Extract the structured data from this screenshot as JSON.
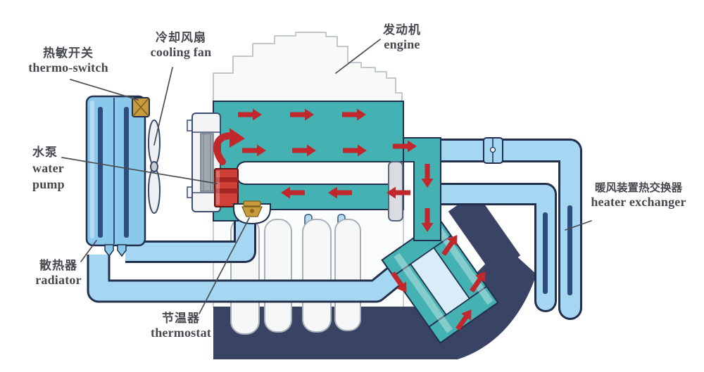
{
  "diagram": {
    "labels": {
      "thermo_switch": {
        "zh": "热敏开关",
        "en": "thermo-switch"
      },
      "cooling_fan": {
        "zh": "冷却风扇",
        "en": "cooling fan"
      },
      "engine": {
        "zh": "发动机",
        "en": "engine"
      },
      "water_pump": {
        "zh": "水泵",
        "en1": "water",
        "en2": "pump"
      },
      "radiator": {
        "zh": "散热器",
        "en": "radiator"
      },
      "thermostat": {
        "zh": "节温器",
        "en": "thermostat"
      },
      "heater_exchanger": {
        "zh": "暖风装置热交换器",
        "en": "heater exchanger"
      }
    },
    "colors": {
      "coolant_hot": "#44b1b3",
      "coolant_pipe": "#a6d7f2",
      "radiator_blue": "#8bc9ec",
      "slot_navy": "#2d4d7c",
      "outline_navy": "#22304d",
      "metal_dark": "#394363",
      "arrow_red": "#c1272b",
      "brass": "#c89b3c",
      "engine_white": "#f8f9f9"
    }
  }
}
